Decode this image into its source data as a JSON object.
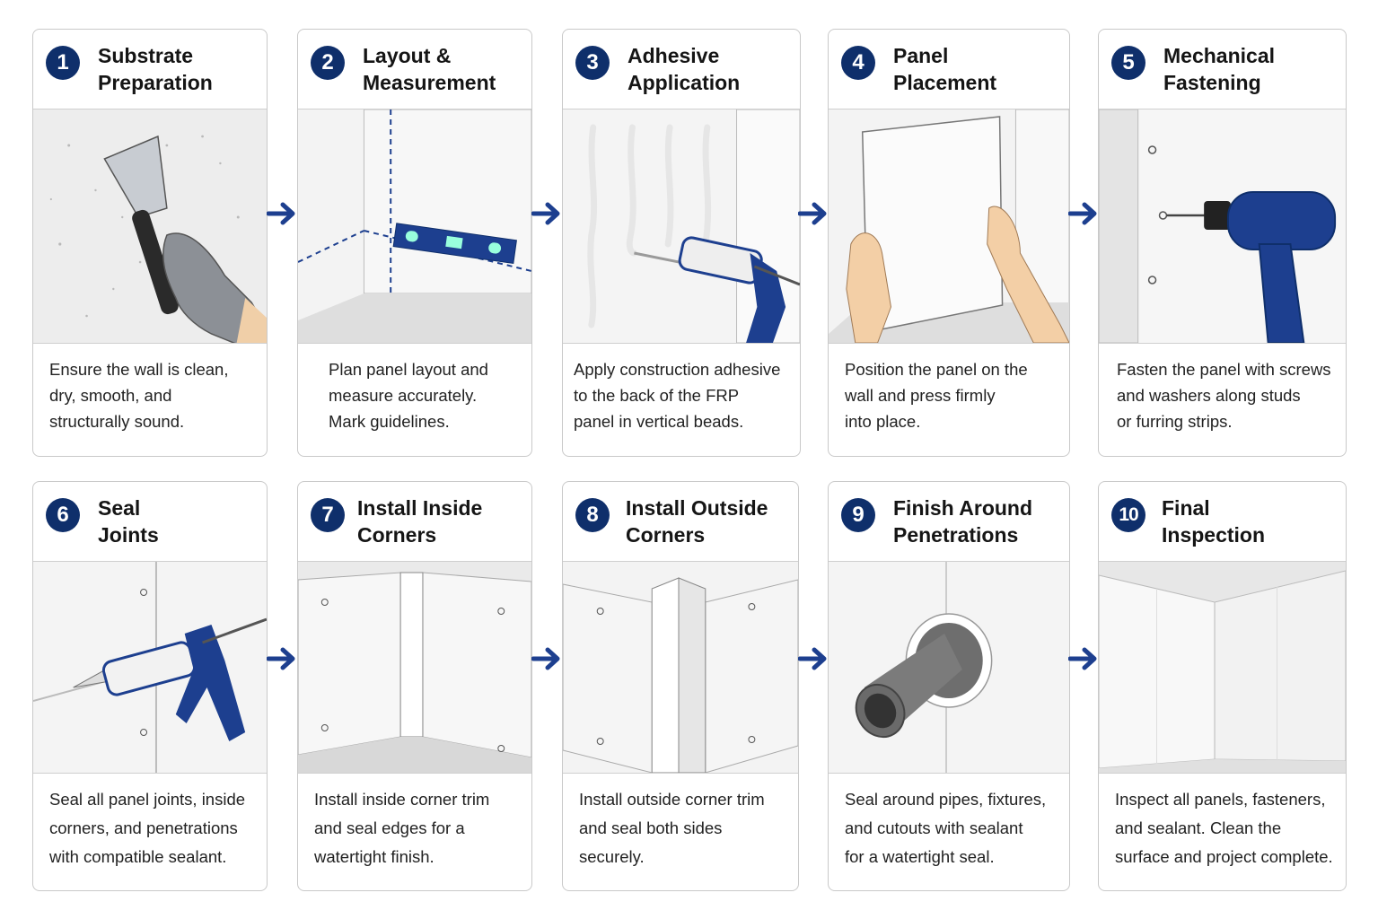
{
  "steps": [
    {
      "number": "1",
      "title": [
        "Substrate",
        "Preparation"
      ],
      "desc": [
        "Ensure the wall is clean,",
        "dry, smooth, and",
        "structurally sound."
      ]
    },
    {
      "number": "2",
      "title": [
        "Layout &",
        "Measurement"
      ],
      "desc": [
        "Plan panel layout and",
        "measure accurately.",
        "Mark guidelines."
      ]
    },
    {
      "number": "3",
      "title": [
        "Adhesive",
        "Application"
      ],
      "desc": [
        "Apply construction adhesive",
        "to the back of the FRP",
        "panel in vertical beads."
      ]
    },
    {
      "number": "4",
      "title": [
        "Panel",
        "Placement"
      ],
      "desc": [
        "Position the panel on the",
        "wall and press firmly",
        "into place."
      ]
    },
    {
      "number": "5",
      "title": [
        "Mechanical",
        "Fastening"
      ],
      "desc": [
        "Fasten the panel with screws",
        "and washers along studs",
        "or furring strips."
      ]
    },
    {
      "number": "6",
      "title": [
        "Seal",
        "Joints"
      ],
      "desc": [
        "Seal all panel joints, inside",
        "corners, and penetrations",
        "with compatible sealant."
      ]
    },
    {
      "number": "7",
      "title": [
        "Install Inside",
        "Corners"
      ],
      "desc": [
        "Install inside corner trim",
        "and seal edges for a",
        "watertight finish."
      ]
    },
    {
      "number": "8",
      "title": [
        "Install Outside",
        "Corners"
      ],
      "desc": [
        "Install outside corner trim",
        "and seal both sides",
        "securely."
      ]
    },
    {
      "number": "9",
      "title": [
        "Finish Around",
        "Penetrations"
      ],
      "desc": [
        "Seal around pipes, fixtures,",
        "and cutouts with sealant",
        "for a watertight seal."
      ]
    },
    {
      "number": "10",
      "title": [
        "Final",
        "Inspection"
      ],
      "desc": [
        "Inspect all panels, fasteners,",
        "and sealant. Clean the",
        "surface and project complete."
      ]
    }
  ],
  "colors": {
    "accent": "#0f2f6b",
    "tool_blue": "#1d3f8f",
    "border": "#c9c9c9"
  },
  "icons": [
    "scraper-icon",
    "level-icon",
    "caulk-gun-icon",
    "hands-icon",
    "drill-icon",
    "caulk-gun-icon",
    "corner-trim-icon",
    "corner-trim-icon",
    "pipe-icon",
    "room-icon"
  ]
}
